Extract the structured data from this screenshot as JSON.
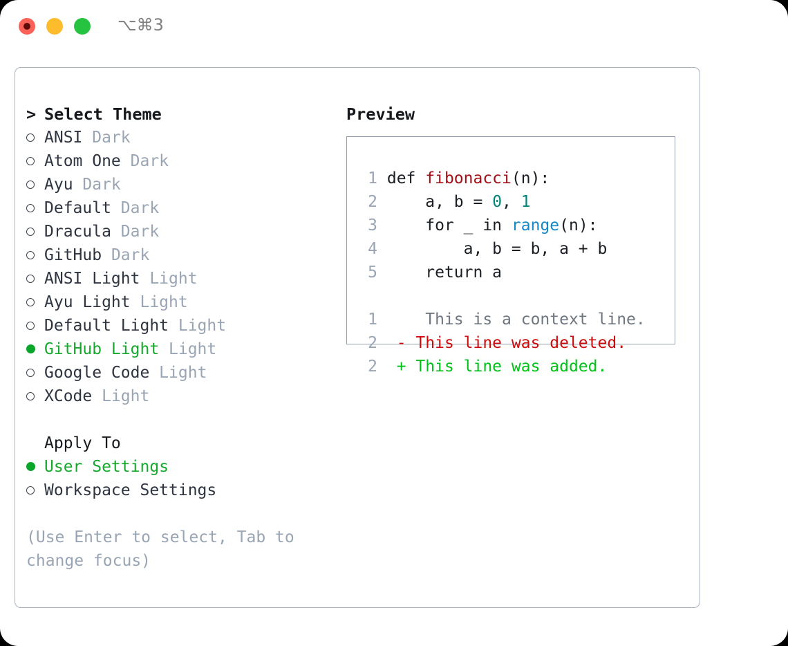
{
  "window": {
    "shortcut": "⌥⌘3",
    "traffic_lights": [
      {
        "name": "close",
        "color": "#fa6158"
      },
      {
        "name": "minimize",
        "color": "#fdbc2c"
      },
      {
        "name": "maximize",
        "color": "#25c33f"
      }
    ]
  },
  "theme_picker": {
    "header_marker": ">",
    "header_label": "Select Theme",
    "items": [
      {
        "marker": "○",
        "name": "ANSI",
        "kind": "Dark",
        "selected": false
      },
      {
        "marker": "○",
        "name": "Atom One",
        "kind": "Dark",
        "selected": false
      },
      {
        "marker": "○",
        "name": "Ayu",
        "kind": "Dark",
        "selected": false
      },
      {
        "marker": "○",
        "name": "Default",
        "kind": "Dark",
        "selected": false
      },
      {
        "marker": "○",
        "name": "Dracula",
        "kind": "Dark",
        "selected": false
      },
      {
        "marker": "○",
        "name": "GitHub",
        "kind": "Dark",
        "selected": false
      },
      {
        "marker": "○",
        "name": "ANSI Light",
        "kind": "Light",
        "selected": false
      },
      {
        "marker": "○",
        "name": "Ayu Light",
        "kind": "Light",
        "selected": false
      },
      {
        "marker": "○",
        "name": "Default Light",
        "kind": "Light",
        "selected": false
      },
      {
        "marker": "●",
        "name": "GitHub Light",
        "kind": "Light",
        "selected": true
      },
      {
        "marker": "○",
        "name": "Google Code",
        "kind": "Light",
        "selected": false
      },
      {
        "marker": "○",
        "name": "XCode",
        "kind": "Light",
        "selected": false
      }
    ]
  },
  "apply_to": {
    "title": "Apply To",
    "options": [
      {
        "marker": "●",
        "label": "User Settings",
        "selected": true
      },
      {
        "marker": "○",
        "label": "Workspace Settings",
        "selected": false
      }
    ]
  },
  "hint": "(Use Enter to select, Tab to change focus)",
  "preview": {
    "title": "Preview",
    "code_lines": [
      {
        "num": "1",
        "segments": [
          {
            "text": "def ",
            "tok": "plain"
          },
          {
            "text": "fibonacci",
            "tok": "fn"
          },
          {
            "text": "(n):",
            "tok": "plain"
          }
        ]
      },
      {
        "num": "2",
        "segments": [
          {
            "text": "    a, b = ",
            "tok": "plain"
          },
          {
            "text": "0",
            "tok": "num"
          },
          {
            "text": ", ",
            "tok": "plain"
          },
          {
            "text": "1",
            "tok": "num"
          }
        ]
      },
      {
        "num": "3",
        "segments": [
          {
            "text": "    for _ in ",
            "tok": "plain"
          },
          {
            "text": "range",
            "tok": "builtin"
          },
          {
            "text": "(n):",
            "tok": "plain"
          }
        ]
      },
      {
        "num": "4",
        "segments": [
          {
            "text": "        a, b = b, a + b",
            "tok": "plain"
          }
        ]
      },
      {
        "num": "5",
        "segments": [
          {
            "text": "    return a",
            "tok": "plain"
          }
        ]
      }
    ],
    "diff_lines": [
      {
        "num": "1",
        "sign": " ",
        "text": "  This is a context line.",
        "kind": "context"
      },
      {
        "num": "2",
        "sign": "-",
        "text": " This line was deleted.",
        "kind": "deleted"
      },
      {
        "num": "2",
        "sign": "+",
        "text": " This line was added.",
        "kind": "added"
      }
    ]
  },
  "colors": {
    "accent_green": "#0aa62c",
    "muted": "#9aa5b4",
    "border": "#a8b2c1",
    "code_fn": "#a30f17",
    "code_num": "#00857a",
    "code_builtin": "#1588c8",
    "diff_deleted": "#cc0c0c",
    "diff_added": "#00c217"
  }
}
